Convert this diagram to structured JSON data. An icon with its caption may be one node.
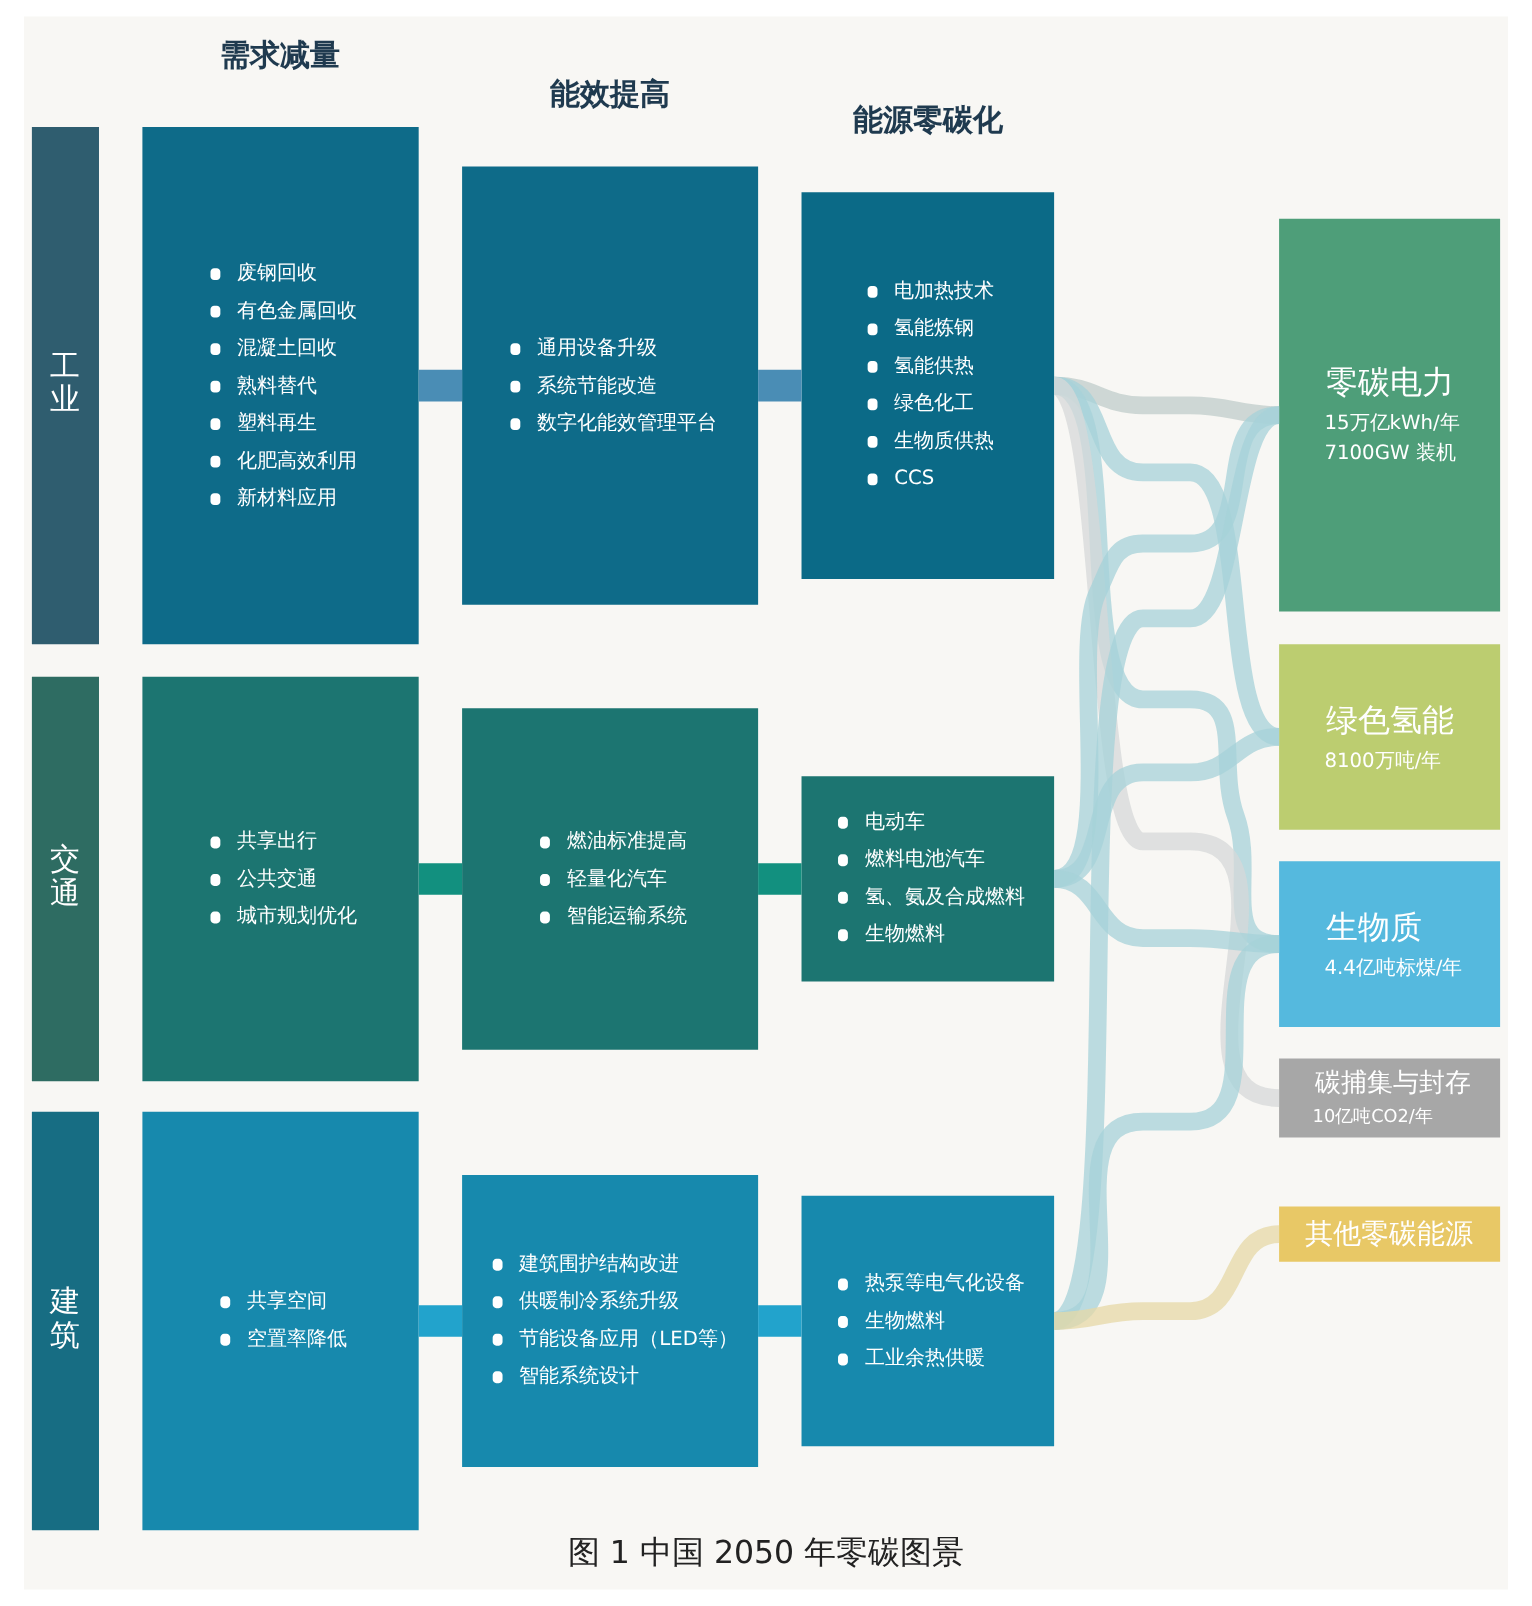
{
  "diagram": {
    "caption": "图 1 中国 2050 年零碳图景",
    "nodes": [
      {
        "text": [
          "工业"
        ]
      },
      {
        "text": [
          "废钢回收",
          "有色金属回收",
          "混凝土回收",
          "熟料替代",
          "塑料再生",
          "化肥高效利用",
          "新材料应用"
        ]
      },
      {
        "text": [
          "通用设备升级",
          "系统节能改造",
          "数字化能效管理平台"
        ]
      },
      {
        "text": [
          "电加热技术",
          "氢能炼钢",
          "氢能供热",
          "绿色化工",
          "生物质供热",
          "CCS"
        ]
      },
      {
        "text": [
          "交通"
        ]
      },
      {
        "text": [
          "共享出行",
          "公共交通",
          "城市规划优化"
        ]
      },
      {
        "text": [
          "燃油标准提高",
          "轻量化汽车",
          "智能运输系统"
        ]
      },
      {
        "text": [
          "电动车",
          "燃料电池汽车",
          "氢、氨及合成燃料",
          "生物燃料"
        ]
      },
      {
        "text": [
          "建筑"
        ]
      },
      {
        "text": [
          "共享空间",
          "空置率降低"
        ]
      },
      {
        "text": [
          "建筑围护结构改进",
          "供暖制冷系统升级",
          "节能设备应用（LED等）",
          "智能系统设计"
        ]
      },
      {
        "text": [
          "热泵等电气化设备",
          "生物燃料",
          "工业余热供暖"
        ]
      },
      {
        "text": [
          "零碳电力",
          "15万亿kWh/年",
          "7100GW 装机"
        ]
      },
      {
        "text": [
          "绿色氢能",
          "8100万吨/年"
        ]
      },
      {
        "text": [
          "生物质",
          "4.4亿吨标煤/年"
        ]
      },
      {
        "text": [
          "碳捕集与封存",
          "10亿吨CO2/年"
        ]
      },
      {
        "text": [
          "其他零碳能源"
        ]
      }
    ],
    "edges": [
      {
        "from": 1,
        "to": 2,
        "arrow": "none",
        "color": "#4a8db5"
      },
      {
        "from": 2,
        "to": 3,
        "arrow": "none",
        "color": "#4a8db5"
      },
      {
        "from": 5,
        "to": 6,
        "arrow": "none",
        "color": "#12907f"
      },
      {
        "from": 6,
        "to": 7,
        "arrow": "none",
        "color": "#12907f"
      },
      {
        "from": 9,
        "to": 10,
        "arrow": "none",
        "color": "#22a3cc"
      },
      {
        "from": 10,
        "to": 11,
        "arrow": "none",
        "color": "#22a3cc"
      },
      {
        "from": 3,
        "to": 12,
        "arrow": "none",
        "color": "#bfcdca"
      },
      {
        "from": 3,
        "to": 13,
        "arrow": "none"
      },
      {
        "from": 3,
        "to": 14,
        "arrow": "none"
      },
      {
        "from": 3,
        "to": 15,
        "arrow": "none",
        "color": "#d6d9d9"
      },
      {
        "from": 7,
        "to": 12,
        "arrow": "none"
      },
      {
        "from": 7,
        "to": 13,
        "arrow": "none"
      },
      {
        "from": 7,
        "to": 14,
        "arrow": "none"
      },
      {
        "from": 11,
        "to": 12,
        "arrow": "none"
      },
      {
        "from": 11,
        "to": 14,
        "arrow": "none"
      },
      {
        "from": 11,
        "to": 16,
        "arrow": "none",
        "color": "#e6d8a6"
      }
    ],
    "labels": [
      "需求减量",
      "能效提高",
      "能源零碳化"
    ]
  }
}
